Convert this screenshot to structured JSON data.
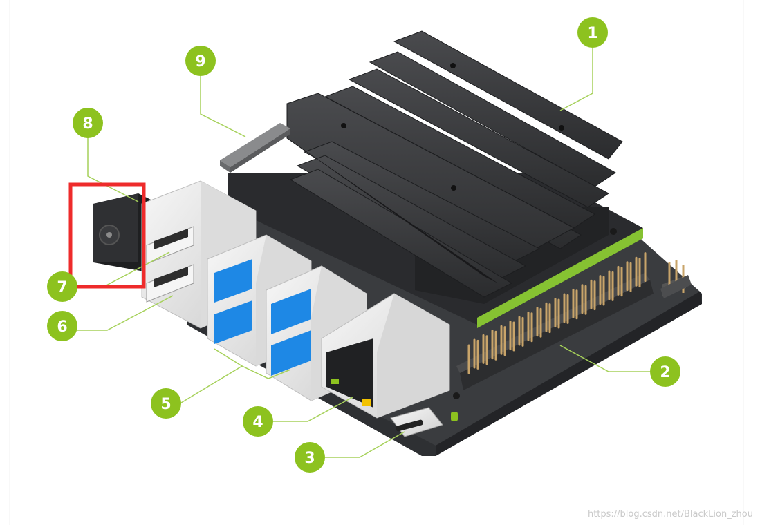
{
  "colors": {
    "callout_green": "#8dc21f",
    "leader_line": "#a6d15a",
    "highlight_box": "#ee2b2b",
    "pcb": "#333538",
    "heatsink": "#2a2b2d",
    "usb_blue": "#1e88e5",
    "port_silver": "#e9e9e9",
    "pin_gold": "#c8a46a"
  },
  "callouts": [
    {
      "num": "1"
    },
    {
      "num": "2"
    },
    {
      "num": "3"
    },
    {
      "num": "4"
    },
    {
      "num": "5"
    },
    {
      "num": "6"
    },
    {
      "num": "7"
    },
    {
      "num": "8"
    },
    {
      "num": "9"
    }
  ],
  "highlight": {
    "target_callout": "8"
  },
  "watermark": "https://blog.csdn.net/BlackLion_zhou"
}
